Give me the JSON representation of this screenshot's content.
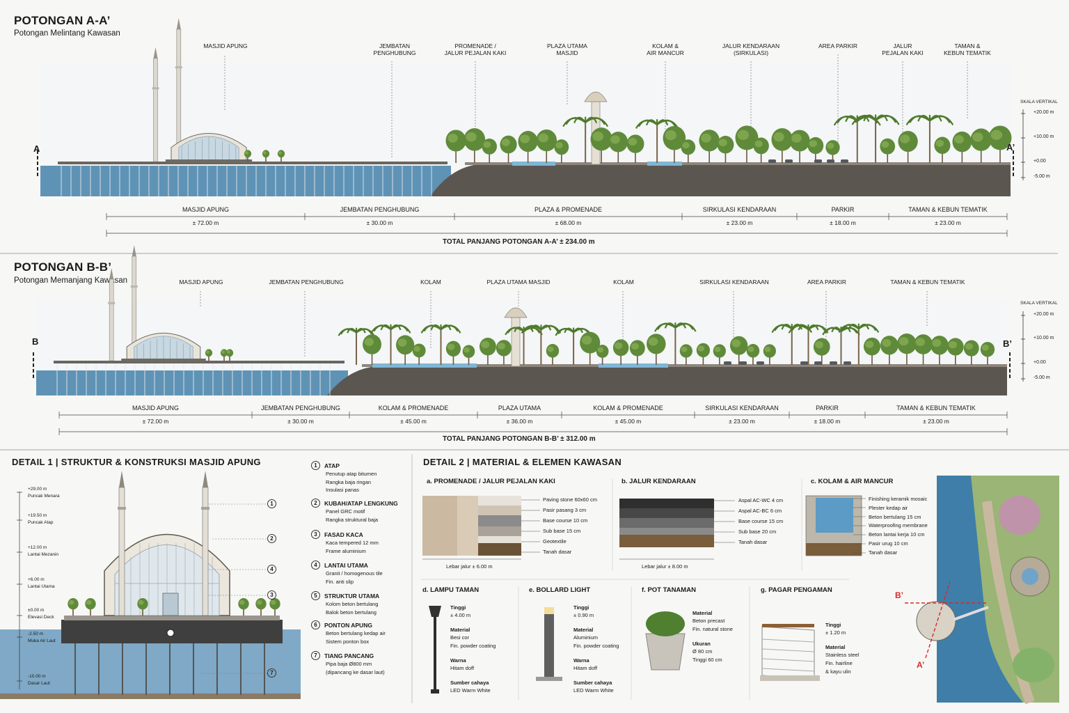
{
  "section_aa": {
    "title": "POTONGAN A-A’",
    "subtitle": "Potongan Melintang Kawasan",
    "marker_left": "A",
    "marker_right": "A’",
    "labels": [
      "MASJID APUNG",
      "JEMBATAN\nPENGHUBUNG",
      "PROMENADE /\nJALUR PEJALAN KAKI",
      "PLAZA UTAMA\nMASJID",
      "KOLAM &\nAIR MANCUR",
      "JALUR KENDARAAN\n(SIRKULASI)",
      "AREA PARKIR",
      "JALUR\nPEJALAN KAKI",
      "TAMAN &\nKEBUN TEMATIK"
    ],
    "scale_title": "SKALA VERTIKAL",
    "scale": [
      "+20.00 m",
      "+10.00 m",
      "+0.00",
      "-5.00 m"
    ],
    "dims": [
      {
        "name": "MASJID APUNG",
        "value": "± 72.00 m"
      },
      {
        "name": "JEMBATAN PENGHUBUNG",
        "value": "± 30.00 m"
      },
      {
        "name": "PLAZA & PROMENADE",
        "value": "± 68.00 m"
      },
      {
        "name": "SIRKULASI KENDARAAN",
        "value": "± 23.00 m"
      },
      {
        "name": "PARKIR",
        "value": "± 18.00 m"
      },
      {
        "name": "TAMAN & KEBUN TEMATIK",
        "value": "± 23.00 m"
      }
    ],
    "total": "TOTAL PANJANG POTONGAN A-A’   ± 234.00 m"
  },
  "section_bb": {
    "title": "POTONGAN B-B’",
    "subtitle": "Potongan Memanjang Kawasan",
    "marker_left": "B",
    "marker_right": "B’",
    "labels": [
      "MASJID APUNG",
      "JEMBATAN PENGHUBUNG",
      "KOLAM",
      "PLAZA UTAMA MASJID",
      "KOLAM",
      "SIRKULASI KENDARAAN",
      "AREA PARKIR",
      "TAMAN & KEBUN TEMATIK"
    ],
    "scale_title": "SKALA VERTIKAL",
    "scale": [
      "+20.00 m",
      "+10.00 m",
      "+0.00",
      "-5.00 m"
    ],
    "dims": [
      {
        "name": "MASJID APUNG",
        "value": "± 72.00 m"
      },
      {
        "name": "JEMBATAN PENGHUBUNG",
        "value": "± 30.00 m"
      },
      {
        "name": "KOLAM & PROMENADE",
        "value": "± 45.00 m"
      },
      {
        "name": "PLAZA UTAMA",
        "value": "± 36.00 m"
      },
      {
        "name": "KOLAM & PROMENADE",
        "value": "± 45.00 m"
      },
      {
        "name": "SIRKULASI KENDARAAN",
        "value": "± 23.00 m"
      },
      {
        "name": "PARKIR",
        "value": "± 18.00 m"
      },
      {
        "name": "TAMAN & KEBUN TEMATIK",
        "value": "± 23.00 m"
      }
    ],
    "total": "TOTAL PANJANG POTONGAN B-B’   ± 312.00 m"
  },
  "detail1": {
    "title": "DETAIL 1  |  STRUKTUR & KONSTRUKSI MASJID APUNG",
    "elevations": [
      {
        "v": "+29.00 m",
        "n": "Puncak Menara"
      },
      {
        "v": "+19.50 m",
        "n": "Puncak Atap"
      },
      {
        "v": "+12.00 m",
        "n": "Lantai Mezanin"
      },
      {
        "v": "+6.00 m",
        "n": "Lantai Utama"
      },
      {
        "v": "±0.00 m",
        "n": "Elevasi Deck"
      },
      {
        "v": "-2.50 m",
        "n": "Muka Air Laut"
      },
      {
        "v": "-10.00 m",
        "n": "Dasar Laut"
      }
    ],
    "callouts": [
      "1",
      "2",
      "4",
      "3",
      "7"
    ],
    "legend": [
      {
        "n": "1",
        "h": "ATAP",
        "t": [
          "Penutup atap bitumen",
          "Rangka baja ringan",
          "Insulasi panas"
        ]
      },
      {
        "n": "2",
        "h": "KUBAH/ATAP LENGKUNG",
        "t": [
          "Panel GRC motif",
          "Rangka struktural baja"
        ]
      },
      {
        "n": "3",
        "h": "FASAD KACA",
        "t": [
          "Kaca tempered 12 mm",
          "Frame aluminium"
        ]
      },
      {
        "n": "4",
        "h": "LANTAI UTAMA",
        "t": [
          "Granit / homogenous tile",
          "Fin. anti slip"
        ]
      },
      {
        "n": "5",
        "h": "STRUKTUR UTAMA",
        "t": [
          "Kolom beton bertulang",
          "Balok beton bertulang"
        ]
      },
      {
        "n": "6",
        "h": "PONTON APUNG",
        "t": [
          "Beton bertulang kedap air",
          "Sistem ponton box"
        ]
      },
      {
        "n": "7",
        "h": "TIANG PANCANG",
        "t": [
          "Pipa baja Ø800 mm",
          "(dipancang ke dasar laut)"
        ]
      }
    ]
  },
  "detail2": {
    "title": "DETAIL 2  |  MATERIAL & ELEMEN KAWASAN",
    "a": {
      "title": "a. PROMENADE / JALUR PEJALAN KAKI",
      "layers": [
        "Paving stone 60x60 cm",
        "Pasir pasang 3 cm",
        "Base course 10 cm",
        "Sub base 15 cm",
        "Geotextile",
        "Tanah dasar"
      ],
      "width": "Lebar jalur ± 6.00 m"
    },
    "b": {
      "title": "b. JALUR KENDARAAN",
      "layers": [
        "Aspal AC-WC 4 cm",
        "Aspal AC-BC  6 cm",
        "Base course 15 cm",
        "Sub base   20 cm",
        "Tanah dasar"
      ],
      "width": "Lebar jalur ± 8.00 m"
    },
    "c": {
      "title": "c. KOLAM & AIR MANCUR",
      "layers": [
        "Finishing keramik mosaic",
        "Plester kedap air",
        "Beton bertulang 15 cm",
        "Waterproofing membrane",
        "Beton lantai kerja 10 cm",
        "Pasir urug 10 cm",
        "Tanah dasar"
      ]
    },
    "d": {
      "title": "d. LAMPU TAMAN",
      "rows": [
        {
          "k": "Tinggi",
          "v": [
            "± 4.00 m"
          ]
        },
        {
          "k": "Material",
          "v": [
            "Besi cor",
            "Fin. powder coating"
          ]
        },
        {
          "k": "Warna",
          "v": [
            "Hitam doff"
          ]
        },
        {
          "k": "Sumber cahaya",
          "v": [
            "LED Warm White"
          ]
        }
      ]
    },
    "e": {
      "title": "e. BOLLARD LIGHT",
      "rows": [
        {
          "k": "Tinggi",
          "v": [
            "± 0.90 m"
          ]
        },
        {
          "k": "Material",
          "v": [
            "Aluminium",
            "Fin. powder coating"
          ]
        },
        {
          "k": "Warna",
          "v": [
            "Hitam doff"
          ]
        },
        {
          "k": "Sumber cahaya",
          "v": [
            "LED Warm White"
          ]
        }
      ]
    },
    "f": {
      "title": "f. POT TANAMAN",
      "rows": [
        {
          "k": "Material",
          "v": [
            "Beton precast",
            "Fin. natural stone"
          ]
        },
        {
          "k": "Ukuran",
          "v": [
            "Ø 80 cm",
            "Tinggi 60 cm"
          ]
        }
      ]
    },
    "g": {
      "title": "g. PAGAR PENGAMAN",
      "rows": [
        {
          "k": "Tinggi",
          "v": [
            "± 1.20 m"
          ]
        },
        {
          "k": "Material",
          "v": [
            "Stainless steel",
            "Fin. hairline",
            "& kayu ulin"
          ]
        }
      ]
    }
  },
  "keyplan": {
    "b_mark": "B’",
    "a_mark": "A’"
  },
  "colors": {
    "water": "#5f93b6",
    "ground": "#5c5650",
    "tree": "#5f8a3a",
    "accent_red": "#d62a2a"
  }
}
